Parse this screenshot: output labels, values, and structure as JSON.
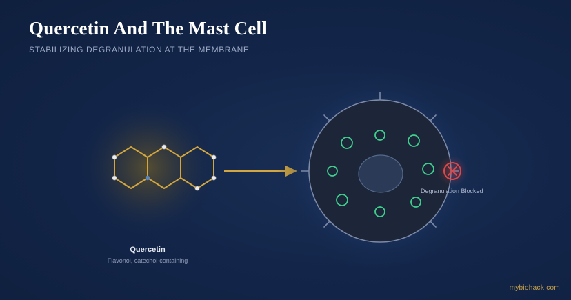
{
  "title": "Quercetin And The Mast Cell",
  "subtitle": "STABILIZING DEGRANULATION AT THE MEMBRANE",
  "molecule": {
    "name": "Quercetin",
    "description": "Flavonol, catechol-containing"
  },
  "mast_cell": {
    "status_label": "Degranulation Blocked",
    "status_icon": "x-circle-icon"
  },
  "brand": "mybiohack.com",
  "colors": {
    "molecule_gold": "#d4a73e",
    "granule_green": "#3fcf8e",
    "blocked_red": "#e04848",
    "membrane": "#7d8aa8",
    "arrow_gold": "#d4a73e"
  }
}
